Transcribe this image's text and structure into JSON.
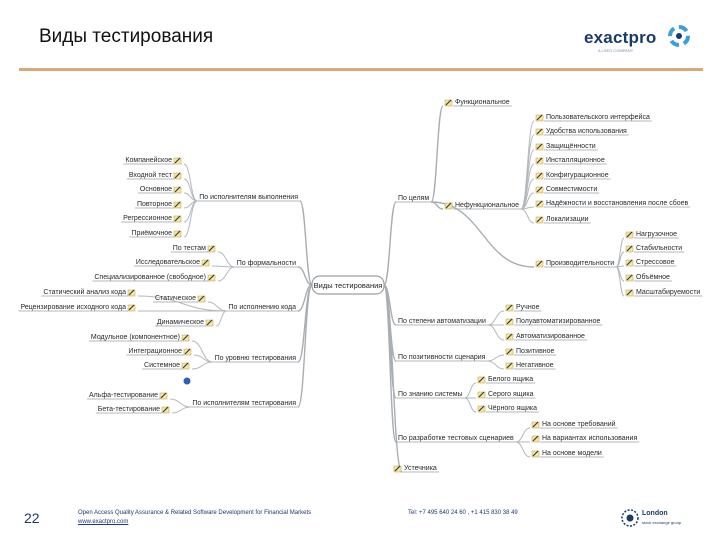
{
  "title": "Виды тестирования",
  "logo": {
    "name": "exactpro",
    "tagline": "A LSEG COMPANY"
  },
  "root": "Виды тестирования",
  "branches_left": [
    {
      "label": "По исполнителям выполнения",
      "children": [
        "Компанейское",
        "Входной тест",
        "Основное",
        "Повторное",
        "Регрессионное",
        "Приёмочное"
      ]
    },
    {
      "label": "По формальности",
      "children": [
        "По тестам",
        "Исследовательское",
        "Специализированное (свободное)"
      ]
    },
    {
      "label": "По исполнению кода",
      "children": [
        "Статический анализ кода",
        "Статическое",
        "Рецензирование исходного кода",
        "Динамическое"
      ]
    },
    {
      "label": "По уровню тестирования",
      "children": [
        "Модульное (компонентное)",
        "Интеграционное",
        "Системное"
      ]
    },
    {
      "label": "По исполнителям тестирования",
      "children": [
        "Альфа-тестирование",
        "Бета-тестирование"
      ]
    }
  ],
  "branches_right": [
    {
      "label": "По целям",
      "children": [
        {
          "label": "Функциональное",
          "children": []
        },
        {
          "label": "Нефункциональное",
          "children": [
            "Пользовательского интерфейса",
            "Удобства использования",
            "Защищённости",
            "Инсталляционное",
            "Конфигурационное",
            "Совместимости",
            "Надёжности и восстановления после сбоев",
            "Локализации"
          ]
        },
        {
          "label": "Производительности",
          "children": [
            "Нагрузочное",
            "Стабильности",
            "Стрессовое",
            "Объёмное",
            "Масштабируемости"
          ]
        }
      ]
    },
    {
      "label": "По степени автоматизации",
      "children": [
        "Ручное",
        "Полуавтоматизированное",
        "Автоматизированное"
      ]
    },
    {
      "label": "По позитивности сценария",
      "children": [
        "Позитивное",
        "Негативное"
      ]
    },
    {
      "label": "По знанию системы",
      "children": [
        "Белого ящика",
        "Серого ящика",
        "Чёрного ящика"
      ]
    },
    {
      "label": "По разработке тестовых сценариев",
      "children": [
        "На основе требований",
        "На вариантах использования",
        "На основе модели"
      ]
    },
    {
      "label": "Устечника",
      "children": []
    }
  ],
  "footer": {
    "page_number": "22",
    "description": "Open Access Quality Assurance & Related Software Development for Financial Markets",
    "url": "www.exactpro.com",
    "phone": "Tel: +7 495 640 24 60 , +1 415 830 38 49",
    "partner_name": "London",
    "partner_sub": "stock exchange group"
  },
  "colors": {
    "accent_rule": "#d9a877",
    "brand_blue": "#1a3a6b",
    "connector": "#a8aeb4"
  }
}
